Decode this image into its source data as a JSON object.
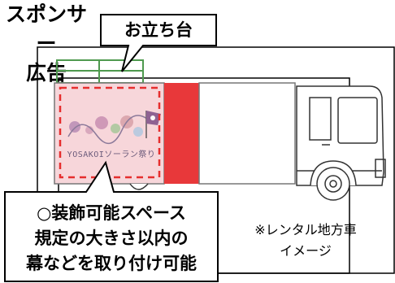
{
  "stage_label": "お立ち台",
  "decoration_note": {
    "lines": [
      "○装飾可能スペース",
      "規定の大きさ以内の",
      "幕などを取り付け可能"
    ]
  },
  "sponsor_panel": {
    "lines": [
      "スポンサー",
      "広告"
    ]
  },
  "caption": [
    "※レンタル地方車",
    "イメージ"
  ],
  "decoration_logo_text": "YOSAKOIソーラン祭り",
  "colors": {
    "decoration_fill": "#f7d6da",
    "dashed_border": "#e62e2e",
    "red_band": "#e8383a",
    "stage_rail": "#4f9a4f"
  }
}
